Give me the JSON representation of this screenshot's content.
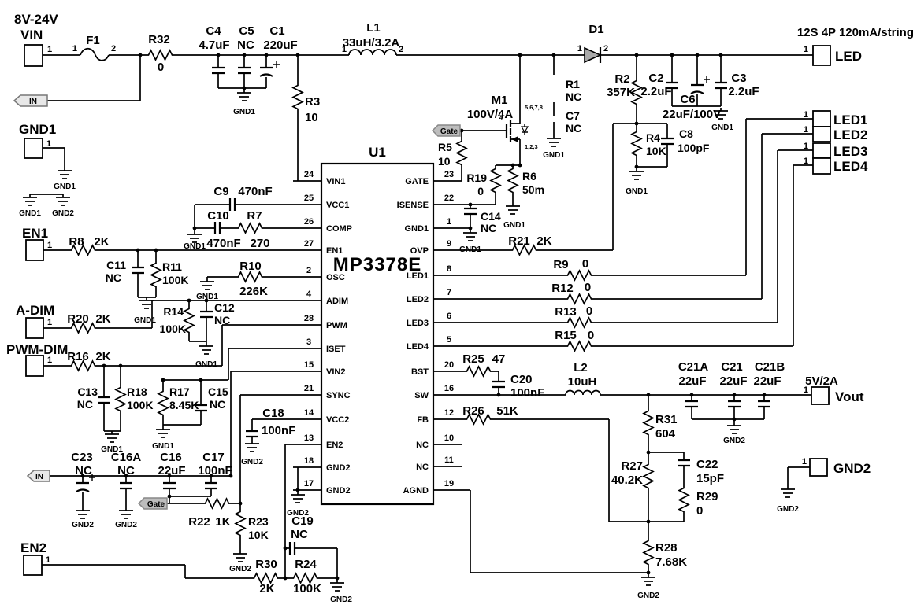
{
  "connectors": {
    "vin": {
      "sublabel": "8V-24V",
      "label": "VIN"
    },
    "gnd1": {
      "label": "GND1"
    },
    "en1": {
      "label": "EN1"
    },
    "adim": {
      "label": "A-DIM"
    },
    "pwmdim": {
      "label": "PWM-DIM"
    },
    "en2": {
      "label": "EN2"
    },
    "led": {
      "sublabel": "12S 4P 120mA/string",
      "label": "LED"
    },
    "led1": {
      "label": "LED1"
    },
    "led2": {
      "label": "LED2"
    },
    "led3": {
      "label": "LED3"
    },
    "led4": {
      "label": "LED4"
    },
    "vout": {
      "sublabel": "5V/2A",
      "label": "Vout"
    },
    "gnd2": {
      "label": "GND2"
    }
  },
  "tags": {
    "in": "IN",
    "gate": "Gate"
  },
  "nets": {
    "gnd1": "GND1",
    "gnd2": "GND2"
  },
  "misc": {
    "pin1": "1",
    "pin2": "2"
  },
  "u1": {
    "ref": "U1",
    "part": "MP3378E",
    "left_pins": [
      {
        "n": "24",
        "name": "VIN1"
      },
      {
        "n": "25",
        "name": "VCC1"
      },
      {
        "n": "26",
        "name": "COMP"
      },
      {
        "n": "27",
        "name": "EN1"
      },
      {
        "n": "2",
        "name": "OSC"
      },
      {
        "n": "4",
        "name": "ADIM"
      },
      {
        "n": "28",
        "name": "PWM"
      },
      {
        "n": "3",
        "name": "ISET"
      },
      {
        "n": "15",
        "name": "VIN2"
      },
      {
        "n": "21",
        "name": "SYNC"
      },
      {
        "n": "14",
        "name": "VCC2"
      },
      {
        "n": "13",
        "name": "EN2"
      },
      {
        "n": "18",
        "name": "GND2"
      },
      {
        "n": "17",
        "name": "GND2"
      }
    ],
    "right_pins": [
      {
        "n": "23",
        "name": "GATE"
      },
      {
        "n": "22",
        "name": "ISENSE"
      },
      {
        "n": "1",
        "name": "GND1"
      },
      {
        "n": "9",
        "name": "OVP"
      },
      {
        "n": "8",
        "name": "LED1"
      },
      {
        "n": "7",
        "name": "LED2"
      },
      {
        "n": "6",
        "name": "LED3"
      },
      {
        "n": "5",
        "name": "LED4"
      },
      {
        "n": "20",
        "name": "BST"
      },
      {
        "n": "16",
        "name": "SW"
      },
      {
        "n": "12",
        "name": "FB"
      },
      {
        "n": "10",
        "name": "NC"
      },
      {
        "n": "11",
        "name": "NC"
      },
      {
        "n": "19",
        "name": "AGND"
      }
    ]
  },
  "comp": {
    "f1": {
      "ref": "F1"
    },
    "r32": {
      "ref": "R32",
      "value": "0"
    },
    "c4": {
      "ref": "C4",
      "value": "4.7uF"
    },
    "c5": {
      "ref": "C5",
      "value": "NC"
    },
    "c1": {
      "ref": "C1",
      "value": "220uF"
    },
    "r3": {
      "ref": "R3",
      "value": "10"
    },
    "l1": {
      "ref": "L1",
      "value": "33uH/3.2A"
    },
    "m1": {
      "ref": "M1",
      "value": "100V/4A",
      "pins_drain": "5,6,7,8",
      "pin_gate": "4",
      "pins_source": "1,2,3"
    },
    "r5": {
      "ref": "R5",
      "value": "10"
    },
    "d1": {
      "ref": "D1"
    },
    "r1": {
      "ref": "R1",
      "value": "NC"
    },
    "c7": {
      "ref": "C7",
      "value": "NC"
    },
    "r19": {
      "ref": "R19",
      "value": "0"
    },
    "r6": {
      "ref": "R6",
      "value": "50m"
    },
    "c14": {
      "ref": "C14",
      "value": "NC"
    },
    "r2": {
      "ref": "R2",
      "value": "357K"
    },
    "c2": {
      "ref": "C2",
      "value": "2.2uF"
    },
    "c6": {
      "ref": "C6",
      "value": "22uF/100V"
    },
    "c3": {
      "ref": "C3",
      "value": "2.2uF"
    },
    "r4": {
      "ref": "R4",
      "value": "10K"
    },
    "c8": {
      "ref": "C8",
      "value": "100pF"
    },
    "r21": {
      "ref": "R21",
      "value": "2K"
    },
    "r9": {
      "ref": "R9",
      "value": "0"
    },
    "r12": {
      "ref": "R12",
      "value": "0"
    },
    "r13": {
      "ref": "R13",
      "value": "0"
    },
    "r15": {
      "ref": "R15",
      "value": "0"
    },
    "c9": {
      "ref": "C9",
      "value": "470nF"
    },
    "c10": {
      "ref": "C10",
      "value": "470nF"
    },
    "r7": {
      "ref": "R7",
      "value": "270"
    },
    "r8": {
      "ref": "R8",
      "value": "2K"
    },
    "c11": {
      "ref": "C11",
      "value": "NC"
    },
    "r11": {
      "ref": "R11",
      "value": "100K"
    },
    "r10": {
      "ref": "R10",
      "value": "226K"
    },
    "r20": {
      "ref": "R20",
      "value": "2K"
    },
    "r14": {
      "ref": "R14",
      "value": "100K"
    },
    "c12": {
      "ref": "C12",
      "value": "NC"
    },
    "r16": {
      "ref": "R16",
      "value": "2K"
    },
    "c13": {
      "ref": "C13",
      "value": "NC"
    },
    "r18": {
      "ref": "R18",
      "value": "100K"
    },
    "r17": {
      "ref": "R17",
      "value": "8.45K"
    },
    "c15": {
      "ref": "C15",
      "value": "NC"
    },
    "c18": {
      "ref": "C18",
      "value": "100nF"
    },
    "c23": {
      "ref": "C23",
      "value": "NC"
    },
    "c16a": {
      "ref": "C16A",
      "value": "NC"
    },
    "c16": {
      "ref": "C16",
      "value": "22uF"
    },
    "c17": {
      "ref": "C17",
      "value": "100nF"
    },
    "r22": {
      "ref": "R22",
      "value": "1K"
    },
    "r23": {
      "ref": "R23",
      "value": "10K"
    },
    "c19": {
      "ref": "C19",
      "value": "NC"
    },
    "r30": {
      "ref": "R30",
      "value": "2K"
    },
    "r24": {
      "ref": "R24",
      "value": "100K"
    },
    "r25": {
      "ref": "R25",
      "value": "47"
    },
    "c20": {
      "ref": "C20",
      "value": "100nF"
    },
    "r26": {
      "ref": "R26",
      "value": "51K"
    },
    "l2": {
      "ref": "L2",
      "value": "10uH"
    },
    "r31": {
      "ref": "R31",
      "value": "604"
    },
    "r27": {
      "ref": "R27",
      "value": "40.2K"
    },
    "c22": {
      "ref": "C22",
      "value": "15pF"
    },
    "r29": {
      "ref": "R29",
      "value": "0"
    },
    "r28": {
      "ref": "R28",
      "value": "7.68K"
    },
    "c21a": {
      "ref": "C21A",
      "value": "22uF"
    },
    "c21": {
      "ref": "C21",
      "value": "22uF"
    },
    "c21b": {
      "ref": "C21B",
      "value": "22uF"
    }
  }
}
